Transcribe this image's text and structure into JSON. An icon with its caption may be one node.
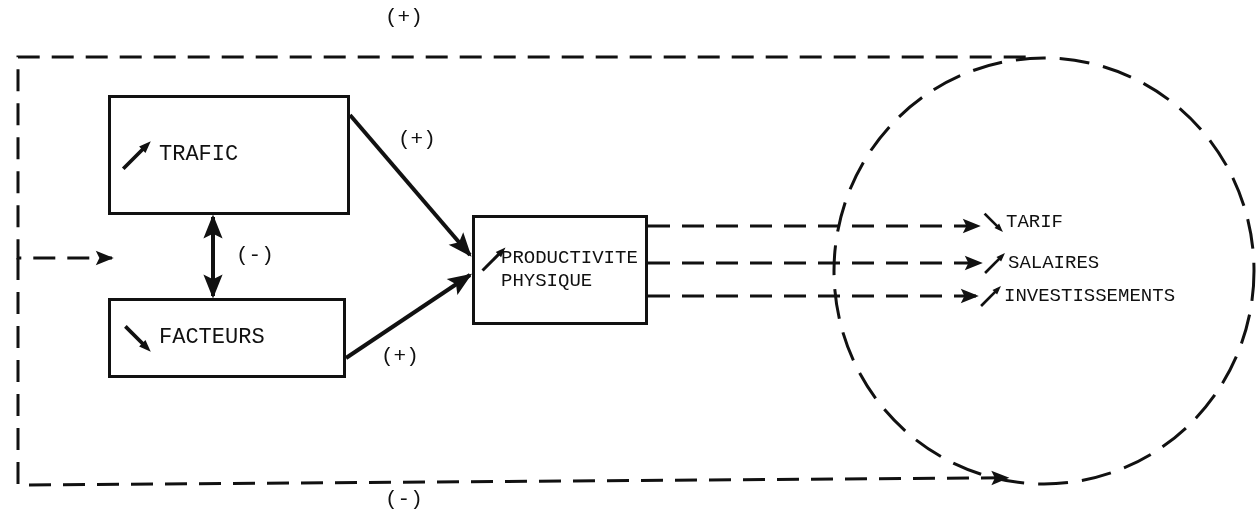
{
  "diagram": {
    "nodes": [
      {
        "text": [
          "TRAFIC"
        ]
      },
      {
        "text": [
          "FACTEURS"
        ]
      },
      {
        "text": [
          "PRODUCTIVITE PHYSIQUE"
        ]
      },
      {
        "text": [],
        "shape": "circle"
      },
      {
        "text": [
          "TARIF"
        ],
        "in": 3
      },
      {
        "text": [
          "SALAIRES"
        ],
        "in": 3
      },
      {
        "text": [
          "INVESTISSEMENTS"
        ],
        "in": 3
      }
    ],
    "edges": [
      {
        "from": 0,
        "to": 2,
        "arrow": "to",
        "label": "(+)"
      },
      {
        "from": 1,
        "to": 2,
        "arrow": "to",
        "label": "(+)"
      },
      {
        "from": 0,
        "to": 1,
        "arrow": "both",
        "label": "(-)"
      },
      {
        "from": 2,
        "to": 4,
        "arrow": "to",
        "style": "dashed"
      },
      {
        "from": 2,
        "to": 5,
        "arrow": "to",
        "style": "dashed"
      },
      {
        "from": 2,
        "to": 6,
        "arrow": "to",
        "style": "dashed"
      },
      {
        "from": 3,
        "to": null,
        "arrow": "to",
        "style": "dashed",
        "label": "(+)"
      },
      {
        "from": null,
        "to": 3,
        "arrow": "to",
        "style": "dashed",
        "label": "(-)"
      }
    ]
  }
}
